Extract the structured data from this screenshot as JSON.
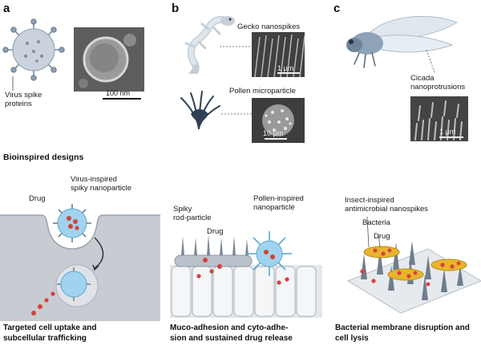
{
  "panels": {
    "a": {
      "letter": "a",
      "virus_label": "Virus spike\nproteins",
      "scale_bar": "100 nm"
    },
    "b": {
      "letter": "b",
      "gecko_label": "Gecko nanospikes",
      "gecko_scale": "1 μm",
      "pollen_label": "Pollen microparticle",
      "pollen_scale": "10 μm"
    },
    "c": {
      "letter": "c",
      "cicada_label": "Cicada\nnanoprotrusions",
      "cicada_scale": "1 μm"
    }
  },
  "section_title": "Bioinspired designs",
  "designs": [
    {
      "labels": {
        "drug": "Drug",
        "particle": "Virus-inspired\nspiky nanoparticle"
      },
      "caption": "Targeted cell uptake and\nsubcellular trafficking"
    },
    {
      "labels": {
        "rod": "Spiky\nrod-particle",
        "drug": "Drug",
        "pollen": "Pollen-inspired\nnanoparticle"
      },
      "caption": "Muco-adhesion and cyto-adhe-\nsion and sustained drug release"
    },
    {
      "labels": {
        "insect": "Insect-inspired\nantimicrobial nanospikes",
        "bacteria": "Bacteria",
        "drug": "Drug"
      },
      "caption": "Bacterial membrane disruption and\ncell lysis"
    }
  ],
  "colors": {
    "particle_blue": "#9fd3ee",
    "drug_red": "#d8403a",
    "bacteria_yellow": "#e7b52d",
    "gray_panel": "#c8ccd2",
    "spike_gray": "#6f7d8d"
  }
}
